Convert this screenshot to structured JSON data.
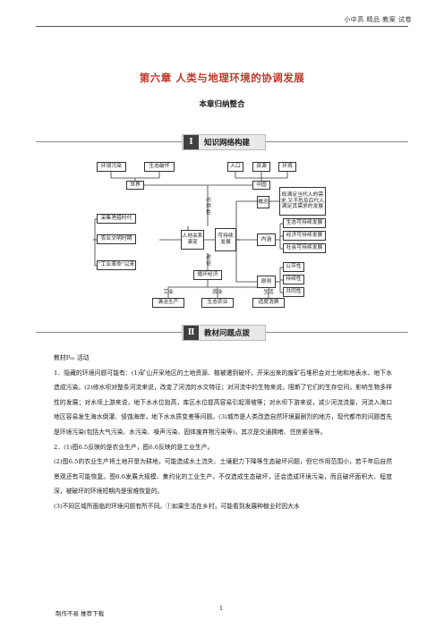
{
  "header": {
    "right_text": "小中高 精品 教案 试卷"
  },
  "title": "第六章 人类与地理环境的协调发展",
  "subtitle": "本章归纳整合",
  "sections": [
    {
      "num": "Ⅰ",
      "label": "知识网络构建"
    },
    {
      "num": "Ⅱ",
      "label": "教材问题点拨"
    }
  ],
  "map": {
    "env_pollution": "环境污染",
    "eco_damage": "生态破坏",
    "population": "人口",
    "resources": "资源",
    "environment": "环境",
    "world": "世界",
    "china": "中国",
    "necessity": "必然性",
    "concept": "概念",
    "definition": "既满足当代人的需求,又不危及后代人满足其需求的发展",
    "gather_hunt": "采集渔猎时代",
    "agri_civ": "农业文明时期",
    "industrial_rev": "“工业革命”以来",
    "relation_evolve": "人地关系演变",
    "sustainable_dev": "可持续发展",
    "content": "内涵",
    "eco_sustain": "生态可持续发展",
    "econ_sustain": "经济可持续发展",
    "social_sustain": "社会可持续发展",
    "path": "途径",
    "circular_econ": "循环经济",
    "principle": "原则",
    "fairness": "公平性",
    "continuity": "持续性",
    "commonality": "共同性",
    "industry": "工业",
    "agriculture": "农业",
    "life": "生活",
    "clean_prod": "清洁生产",
    "eco_agri": "生态农业",
    "moderate_consume": "适度消费"
  },
  "body": [
    "教材P₆₅ 活动",
    "1．隐藏的环境问题可能有：(1)矿山开采地区的土地资源、植被遭到破坏，开采出来的废矿石堆积会对土地和地表水、地下水造成污染。(2)修水坝对整条河流来说，改变了河流的水文特征；对河流中的生物来说，阻断了它们的生存空间，影响生物多样性的发展；对水坝上游来说，地下水水位抬高，库区水位提高容易引起滑坡等；对水坝下游来说，减少河流流量，河流入海口地区容易发生海水倒灌、侵蚀海岸，地下水水质变差等问题。(3)城市是人类改造自然环境最剧烈的地方，现代都市的问题首先是环境污染(包括大气污染、水污染、噪声污染、固体废弃物污染等)，其次是交通拥堵、住房紧张等。",
    "2．(1)图6.5反映的是农业生产，图6.6反映的是工业生产。",
    "(2)图6.5的农业生产将土地开垦为耕地，可能造成水土流失、土壤肥力下降等生态破坏问题，但它作用范围小，若干年后自然景观还有可能恢复。图6.6发展大规模、集约化的工业生产，不仅造成生态破坏，还会造成环境污染，而且破坏面积大、程度深，被破坏的环境短期内是很难恢复的。",
    "(3)不同区域所面临的环境问题有所不同。①如果生活在乡村，可能看到发展种植业时因大水"
  ],
  "footer": {
    "left": "制作不易 推荐下载",
    "page": "1"
  }
}
